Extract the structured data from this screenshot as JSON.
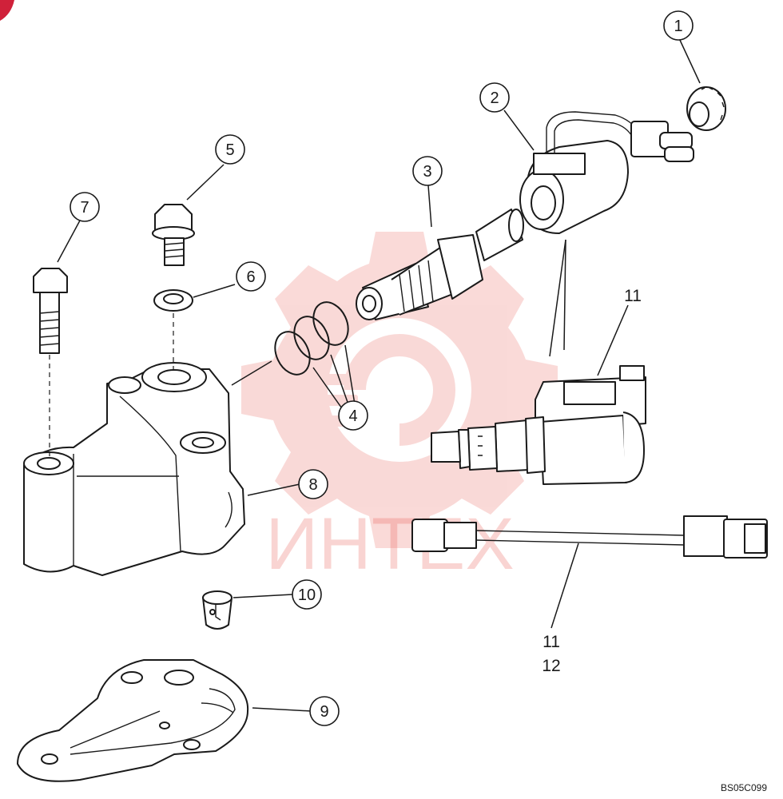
{
  "figure_code": "BS05C099",
  "watermark": {
    "text": "ИНТЕХ",
    "color": "#e8584f"
  },
  "callouts": [
    "1",
    "2",
    "3",
    "4",
    "5",
    "6",
    "7",
    "8",
    "9",
    "10"
  ],
  "plain_labels": [
    "11",
    "11",
    "12"
  ],
  "colors": {
    "ink": "#1a1a1a",
    "corner_badge": "#d0213a"
  }
}
